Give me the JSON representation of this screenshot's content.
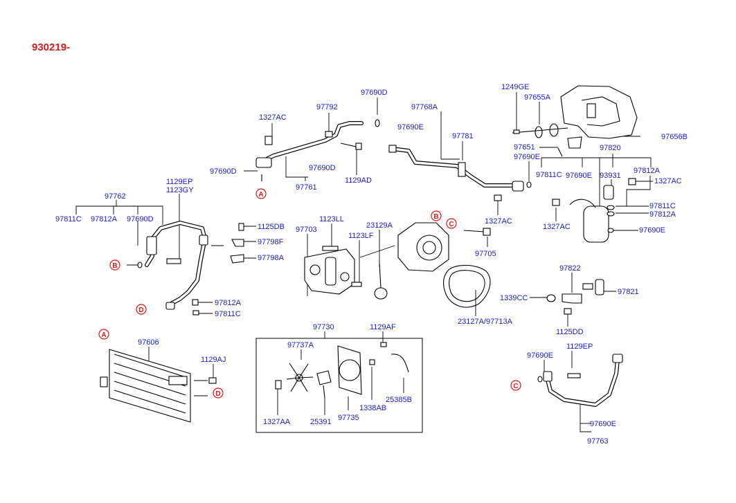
{
  "diagram_code": "930219-",
  "labels": [
    {
      "id": "97792",
      "text": "97792"
    },
    {
      "id": "97690D-top",
      "text": "97690D"
    },
    {
      "id": "1327AC-a",
      "text": "1327AC"
    },
    {
      "id": "97690D-left",
      "text": "97690D"
    },
    {
      "id": "97690D-mid",
      "text": "97690D"
    },
    {
      "id": "97761",
      "text": "97761"
    },
    {
      "id": "1129AD",
      "text": "1129AD"
    },
    {
      "id": "97768A",
      "text": "97768A"
    },
    {
      "id": "97690E-a",
      "text": "97690E"
    },
    {
      "id": "97781",
      "text": "97781"
    },
    {
      "id": "1249GE",
      "text": "1249GE"
    },
    {
      "id": "97655A",
      "text": "97655A"
    },
    {
      "id": "97656B",
      "text": "97656B"
    },
    {
      "id": "97651",
      "text": "97651"
    },
    {
      "id": "97690E-b",
      "text": "97690E"
    },
    {
      "id": "97820",
      "text": "97820"
    },
    {
      "id": "97811C-a",
      "text": "97811C"
    },
    {
      "id": "97690E-c",
      "text": "97690E"
    },
    {
      "id": "93931",
      "text": "93931"
    },
    {
      "id": "97812A-a",
      "text": "97812A"
    },
    {
      "id": "1327AC-b",
      "text": "1327AC"
    },
    {
      "id": "1327AC-c",
      "text": "1327AC"
    },
    {
      "id": "97811C-b",
      "text": "97811C"
    },
    {
      "id": "97812A-b",
      "text": "97812A"
    },
    {
      "id": "1327AC-d",
      "text": "1327AC"
    },
    {
      "id": "97690E-d",
      "text": "97690E"
    },
    {
      "id": "1129EP-a",
      "text": "1129EP"
    },
    {
      "id": "1123GY",
      "text": "1123GY"
    },
    {
      "id": "97762",
      "text": "97762"
    },
    {
      "id": "97811C-c",
      "text": "97811C"
    },
    {
      "id": "97812A-c",
      "text": "97812A"
    },
    {
      "id": "97690D-b",
      "text": "97690D"
    },
    {
      "id": "1125DB",
      "text": "1125DB"
    },
    {
      "id": "97798F",
      "text": "97798F"
    },
    {
      "id": "97798A",
      "text": "97798A"
    },
    {
      "id": "97812A-d",
      "text": "97812A"
    },
    {
      "id": "97811C-d",
      "text": "97811C"
    },
    {
      "id": "1123LL",
      "text": "1123LL"
    },
    {
      "id": "97703",
      "text": "97703"
    },
    {
      "id": "1123LF",
      "text": "1123LF"
    },
    {
      "id": "23129A",
      "text": "23129A"
    },
    {
      "id": "97705",
      "text": "97705"
    },
    {
      "id": "97822",
      "text": "97822"
    },
    {
      "id": "97821",
      "text": "97821"
    },
    {
      "id": "1339CC",
      "text": "1339CC"
    },
    {
      "id": "1125DD",
      "text": "1125DD"
    },
    {
      "id": "23127A",
      "text": "23127A/97713A"
    },
    {
      "id": "97606",
      "text": "97606"
    },
    {
      "id": "1129AJ",
      "text": "1129AJ"
    },
    {
      "id": "97730",
      "text": "97730"
    },
    {
      "id": "1129AF",
      "text": "1129AF"
    },
    {
      "id": "97737A",
      "text": "97737A"
    },
    {
      "id": "1327AA",
      "text": "1327AA"
    },
    {
      "id": "25391",
      "text": "25391"
    },
    {
      "id": "97735",
      "text": "97735"
    },
    {
      "id": "1338AB",
      "text": "1338AB"
    },
    {
      "id": "25385B",
      "text": "25385B"
    },
    {
      "id": "97690E-e",
      "text": "97690E"
    },
    {
      "id": "1129EP-b",
      "text": "1129EP"
    },
    {
      "id": "97690E-f",
      "text": "97690E"
    },
    {
      "id": "97763",
      "text": "97763"
    }
  ],
  "markers": [
    {
      "id": "A1",
      "text": "A"
    },
    {
      "id": "A2",
      "text": "A"
    },
    {
      "id": "B1",
      "text": "B"
    },
    {
      "id": "B2",
      "text": "B"
    },
    {
      "id": "C1",
      "text": "C"
    },
    {
      "id": "C2",
      "text": "C"
    },
    {
      "id": "D1",
      "text": "D"
    },
    {
      "id": "D2",
      "text": "D"
    }
  ],
  "colors": {
    "label": "#1a1ad0",
    "code": "#d81b1b",
    "marker": "#d81b1b",
    "line": "#000000"
  }
}
